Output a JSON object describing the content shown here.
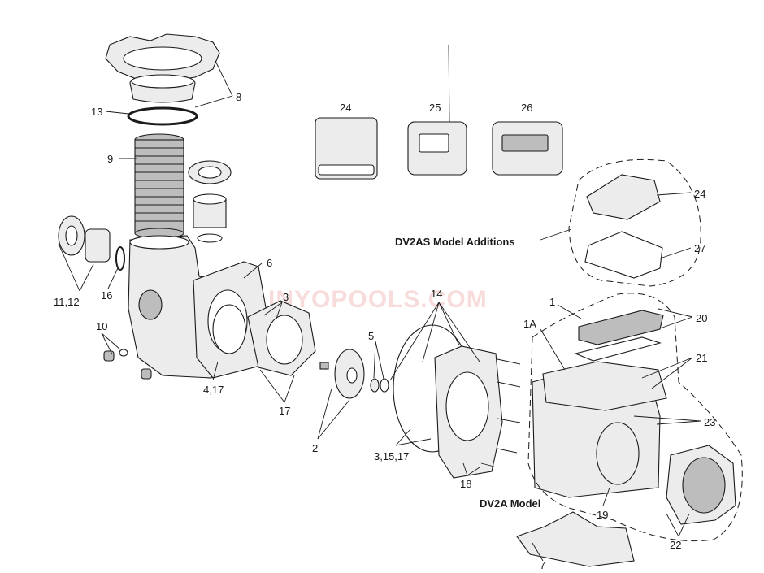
{
  "captions": {
    "dv2as": "DV2AS Model Additions",
    "dv2a": "DV2A Model"
  },
  "watermark": "INYOPOOLS.COM",
  "callouts": {
    "c8": "8",
    "c13": "13",
    "c9": "9",
    "c6": "6",
    "c3": "3",
    "c11_12": "11,12",
    "c16": "16",
    "c10": "10",
    "c4_17": "4,17",
    "c17": "17",
    "c5": "5",
    "c2": "2",
    "c14": "14",
    "c3_15_17": "3,15,17",
    "c18": "18",
    "c1": "1",
    "c1a": "1A",
    "c20": "20",
    "c21": "21",
    "c23": "23",
    "c19": "19",
    "c22": "22",
    "c7": "7",
    "c24_top": "24",
    "c25": "25",
    "c26": "26",
    "c24_side": "24",
    "c27": "27"
  },
  "colors": {
    "ink": "#1a1a1a",
    "part_fill": "#ececec",
    "shade": "#bdbdbd",
    "watermark": "#f4c6c6"
  }
}
